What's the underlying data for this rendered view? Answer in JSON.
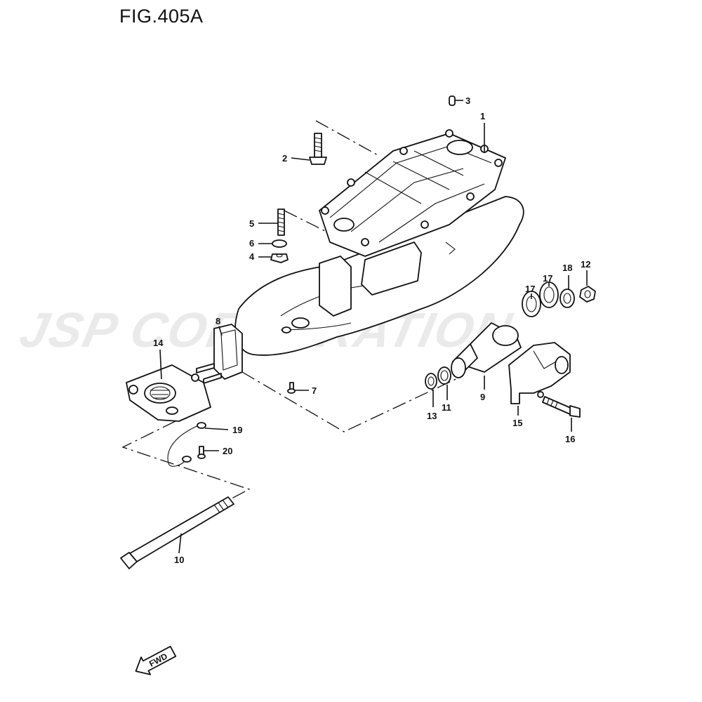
{
  "figure": {
    "title": "FIG.405A"
  },
  "watermark": {
    "text": "JSP CORPORATION",
    "color": "#d9d9d9"
  },
  "fwd_arrow": {
    "label": "FWD"
  },
  "callouts": [
    "1",
    "2",
    "3",
    "4",
    "5",
    "6",
    "7",
    "8",
    "9",
    "10",
    "11",
    "12",
    "13",
    "14",
    "15",
    "16",
    "17",
    "17",
    "18",
    "19",
    "20"
  ]
}
